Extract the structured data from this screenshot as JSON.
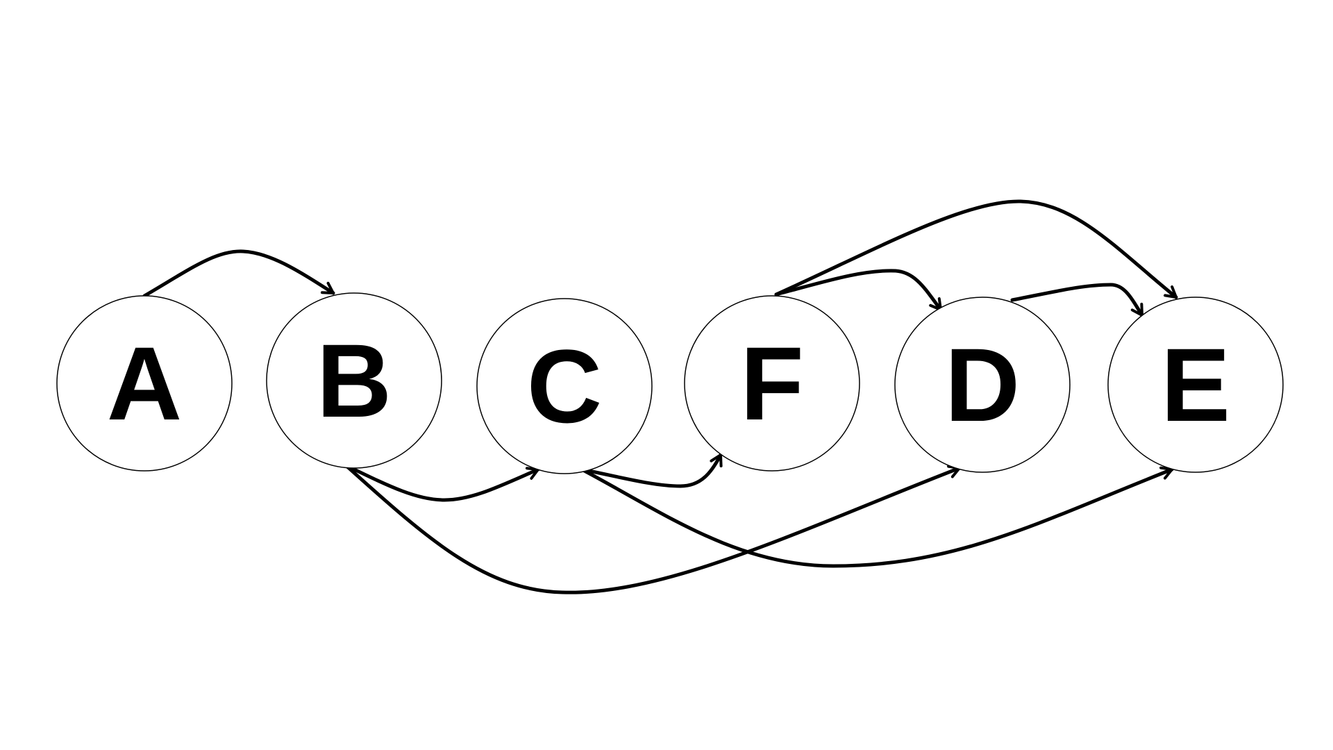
{
  "diagram": {
    "type": "directed-graph",
    "colors": {
      "background": "#ffffff",
      "stroke": "#000000",
      "text": "#000000"
    },
    "nodes": [
      {
        "id": "A",
        "label": "A"
      },
      {
        "id": "B",
        "label": "B"
      },
      {
        "id": "C",
        "label": "C"
      },
      {
        "id": "F",
        "label": "F"
      },
      {
        "id": "D",
        "label": "D"
      },
      {
        "id": "E",
        "label": "E"
      }
    ],
    "edges": [
      {
        "from": "A",
        "to": "B"
      },
      {
        "from": "B",
        "to": "C"
      },
      {
        "from": "B",
        "to": "D"
      },
      {
        "from": "C",
        "to": "F"
      },
      {
        "from": "C",
        "to": "E"
      },
      {
        "from": "F",
        "to": "D"
      },
      {
        "from": "F",
        "to": "E"
      },
      {
        "from": "D",
        "to": "E"
      }
    ]
  }
}
